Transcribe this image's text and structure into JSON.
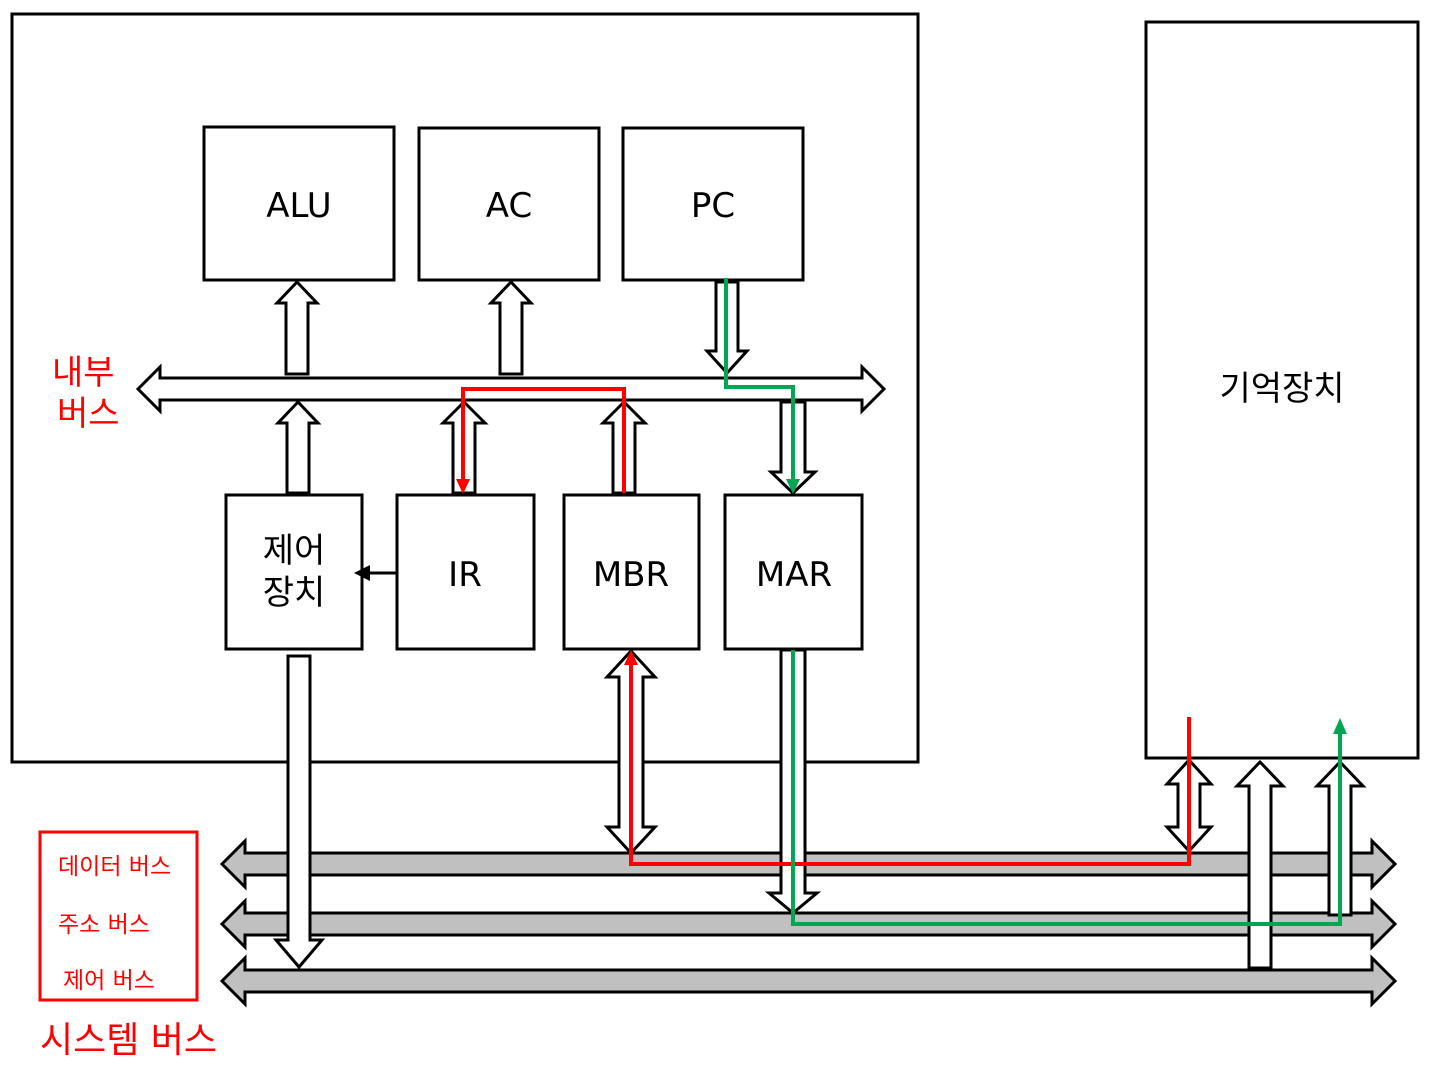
{
  "cpu": {
    "registers": {
      "alu": "ALU",
      "ac": "AC",
      "pc": "PC",
      "control_line1": "제어",
      "control_line2": "장치",
      "ir": "IR",
      "mbr": "MBR",
      "mar": "MAR"
    },
    "internal_bus_line1": "내부",
    "internal_bus_line2": "버스"
  },
  "memory": {
    "label": "기억장치"
  },
  "system_bus": {
    "legend": {
      "data_bus": "데이터 버스",
      "address_bus": "주소 버스",
      "control_bus": "제어 버스"
    },
    "label": "시스템 버스"
  },
  "colors": {
    "data_path": "#ff0000",
    "address_path": "#00a651",
    "bus_fill": "#c0c0c0",
    "annotation": "#ff0000"
  }
}
